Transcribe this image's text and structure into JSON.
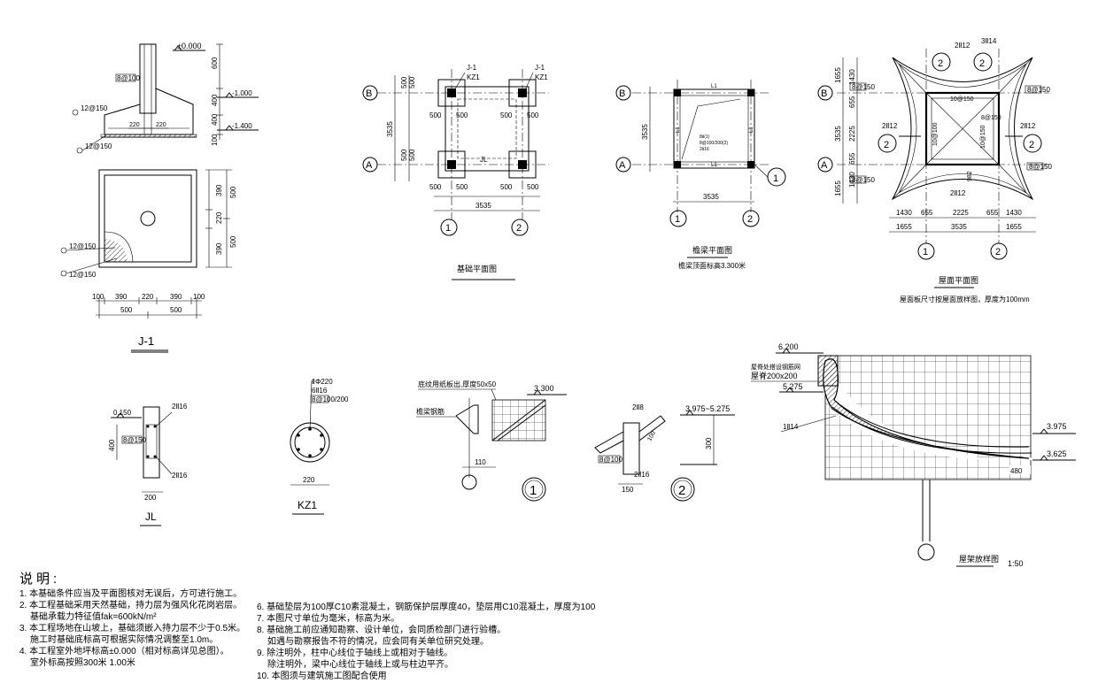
{
  "foundation_detail": {
    "title": "J-1",
    "elev_top": "±0.000",
    "elev_1": "-1.000",
    "elev_2": "-1.400",
    "rebar_col": "8@100",
    "rebar_a": "12@150",
    "rebar_b": "12@150",
    "rebar_c": "12@150",
    "rebar_d": "12@150",
    "dim_600": "600",
    "dim_400a": "400",
    "dim_400b": "400",
    "dim_100": "100",
    "dim_220": "220",
    "plan_390a": "390",
    "plan_220": "220",
    "plan_390b": "390",
    "plan_500a": "500",
    "plan_500b": "500",
    "bot_100a": "100",
    "bot_390a": "390",
    "bot_220": "220",
    "bot_390b": "390",
    "bot_100b": "100",
    "bot_500a": "500",
    "bot_500b": "500"
  },
  "foundation_plan": {
    "title": "基础平面图",
    "axis_a": "A",
    "axis_b": "B",
    "axis_1": "1",
    "axis_2": "2",
    "dim_3535h": "3535",
    "dim_3535v": "3535",
    "dim_500": "500",
    "label_j1a": "J-1",
    "label_j1b": "J-1",
    "label_kz1": "KZ1",
    "label_kz1b": "KZ1",
    "label_jl": "JL"
  },
  "eave_plan": {
    "title": "檐梁平面图",
    "subtitle": "檐梁顶面标高3.300米",
    "axis_a": "A",
    "axis_b": "B",
    "axis_1": "1",
    "axis_2": "2",
    "dim_3535h": "3535",
    "dim_3535v": "3535",
    "label_l1": "L1",
    "note_a": "8@100/200(2)",
    "callout": "1"
  },
  "roof_plan": {
    "title": "屋面平面图",
    "subtitle": "屋面板尺寸按屋面放样图，厚度为100mm",
    "axis_a": "A",
    "axis_b": "B",
    "axis_1": "1",
    "axis_2": "2",
    "v_1655a": "1655",
    "v_1430a": "1430",
    "v_655a": "655",
    "v_2225": "2225",
    "v_655b": "655",
    "v_1430b": "1430",
    "v_1655b": "1655",
    "v_3535": "3535",
    "h_1430a": "1430",
    "h_655a": "655",
    "h_2225": "2225",
    "h_655b": "655",
    "h_1430b": "1430",
    "h_1655a": "1655",
    "h_3535": "3535",
    "h_1655b": "1655",
    "rebar_top": "2Ⅱ12",
    "rebar_top2": "3Ⅱ14",
    "rebar_l": "8@150",
    "rebar_r": "8@150",
    "rebar_bl": "8@150",
    "rebar_br": "8@150",
    "rebar_mid": "2Ⅱ12",
    "rebar_bot": "2Ⅱ12",
    "rebar_c1": "10@150",
    "rebar_c2": "8@150",
    "rebar_c3": "10@100",
    "rebar_c4": "10@150",
    "dim_982": "982",
    "sec2": "2"
  },
  "jl_section": {
    "title": "JL",
    "elev": "0.150",
    "top_bar": "2Ⅱ16",
    "stirrup": "8@150",
    "bot_bar": "2Ⅱ16",
    "dim_400": "400",
    "dim_200": "200"
  },
  "kz1_section": {
    "title": "KZ1",
    "bar_1": "ⅡΦ220",
    "bar_2": "6Ⅱ16",
    "stirrup": "8@100/200",
    "dim_220": "220"
  },
  "detail_1": {
    "label": "1",
    "note_top": "底纹用纸板出,厚度50x50",
    "elev": "3.300",
    "note_left": "檐梁钢筋",
    "dim_110": "110"
  },
  "detail_2": {
    "label": "2",
    "bar_top": "2Ⅱ8",
    "bar_bot": "2Ⅱ16",
    "stirrup": "8@100",
    "dim_150": "150",
    "dim_300": "300",
    "elev": "3.975~5.275",
    "dim_100": "100"
  },
  "roof_profile": {
    "title": "屋架放样图",
    "scale": "1:50",
    "elev_top": "6.200",
    "elev_mid": "5.275",
    "elev_r1": "3.975",
    "elev_r2": "3.625",
    "note_1": "屋脊处搭设钢筋网",
    "note_2": "屋脊200x200",
    "bar": "1Ⅱ14",
    "dim_480": "480"
  },
  "notes": {
    "heading": "说明:",
    "items_left": [
      "1. 本基础条件应当及平面图核对无误后，方可进行施工。",
      "2. 本工程基础采用天然基础，持力层为强风化花岗岩层。",
      "基础承载力特征值fak=600kN/m²",
      "3. 本工程场地在山坡上，基础须嵌入持力层不少于0.5米。",
      "施工时基础底标高可根据实际情况调整至1.0m。",
      "4. 本工程室外地坪标高±0.000（相对标高详见总图）。",
      "室外标高按照300米    1.00米"
    ],
    "items_right": [
      "6. 基础垫层为100厚C10素混凝土，钢筋保护层厚度40，垫层用C10混凝土，厚度为100",
      "7. 本图尺寸单位为毫米，标高为米。",
      "8. 基础施工前应通知勘察、设计单位，会同质检部门进行验槽。",
      "如遇与勘察报告不符的情况，应会同有关单位研究处理。",
      "9. 除注明外，柱中心线位于轴线上或相对于轴线。",
      "除注明外，梁中心线位于轴线上或与柱边平齐。",
      "10. 本图须与建筑施工图配合使用"
    ]
  }
}
